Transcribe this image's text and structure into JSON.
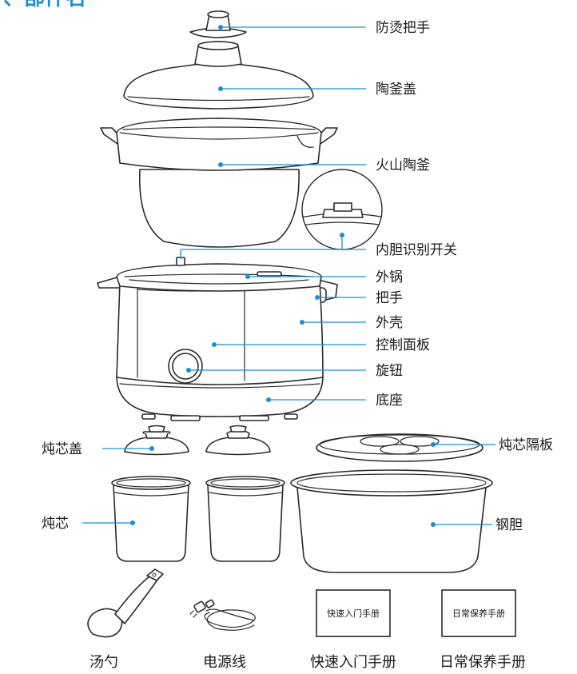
{
  "header": {
    "title": "、部件名",
    "accent_color": "#1d8fd0"
  },
  "labels": {
    "lid_knob": "防烫把手",
    "ceramic_lid": "陶釜盖",
    "volcano_pot": "火山陶釜",
    "inner_pot_switch": "内胆识别开关",
    "outer_pot": "外锅",
    "handle": "把手",
    "outer_shell": "外壳",
    "control_panel": "控制面板",
    "knob": "旋钮",
    "base": "底座",
    "stew_cup_lid": "炖芯盖",
    "stew_divider": "炖芯隔板",
    "stew_cup": "炖芯",
    "steel_liner": "钢胆"
  },
  "accessories": {
    "soup_spoon": "汤勺",
    "power_cord": "电源线",
    "quick_guide": "快速入门手册",
    "daily_care": "日常保养手册"
  },
  "books": {
    "quick_guide_cover": "快速入门手册",
    "daily_care_cover": "日常保养手册"
  }
}
